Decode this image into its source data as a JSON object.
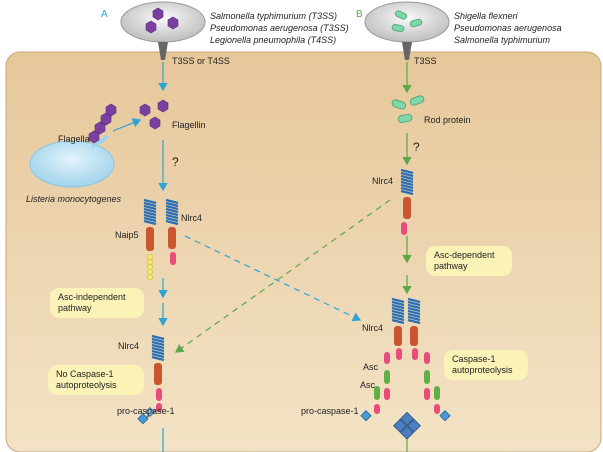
{
  "panels": {
    "a": "A",
    "b": "B"
  },
  "bacteria_a": [
    "Salmonella typhimurium (T3SS)",
    "Pseudomonas aerugenosa (T3SS)",
    "Legionella pneumophila (T4SS)"
  ],
  "bacteria_b": [
    "Shigella flexneri",
    "Pseudomonas aerugenosa",
    "Salmonella typhimurium"
  ],
  "labels": {
    "t3ss_t4ss": "T3SS or T4SS",
    "t3ss": "T3SS",
    "flagellin": "Flagellin",
    "flagella": "Flagella",
    "listeria": "Listeria monocytogenes",
    "rod_protein": "Rod protein",
    "question": "?",
    "naip5": "Naip5",
    "nlrc4": "Nlrc4",
    "asc": "Asc",
    "pro_caspase": "pro-caspase-1"
  },
  "notes": {
    "asc_independent": [
      "Asc-independent",
      "pathway"
    ],
    "asc_dependent": [
      "Asc-dependent",
      "pathway"
    ],
    "no_caspase": [
      "No Caspase-1",
      "autoproteolysis"
    ],
    "caspase_auto": [
      "Caspase-1",
      "autoproteolysis"
    ]
  },
  "colors": {
    "cytoplasm": "#e6c79a",
    "arrow_a": "#2ea3d6",
    "arrow_b": "#5aa84a",
    "lrr": "#2b6fb5",
    "nbd": "#c9562e",
    "card": "#e94b7a",
    "pyd": "#5fae46",
    "flagellin": "#7b3fa0",
    "rod": "#7fd6a6",
    "note_bg": "#fbf2b8"
  }
}
